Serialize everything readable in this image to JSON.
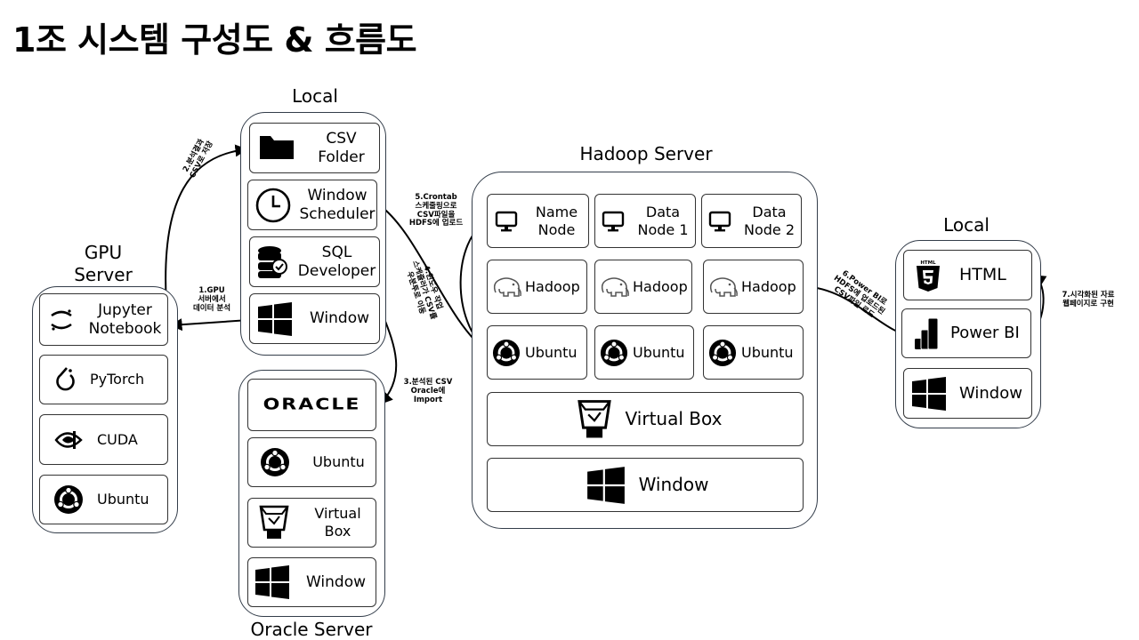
{
  "title": "1조 시스템 구성도 & 흐름도",
  "groups": {
    "gpu": {
      "title": "GPU\nServer",
      "items": [
        "Jupyter\nNotebook",
        "PyTorch",
        "CUDA",
        "Ubuntu"
      ]
    },
    "local_top": {
      "title": "Local",
      "items": [
        "CSV\nFolder",
        "Window\nScheduler",
        "SQL\nDeveloper",
        "Window"
      ]
    },
    "oracle": {
      "title": "Oracle Server",
      "logo": "ORACLE",
      "items": [
        "Ubuntu",
        "Virtual\nBox",
        "Window"
      ]
    },
    "hadoop": {
      "title": "Hadoop Server",
      "nodes": [
        "Name\nNode",
        "Data\nNode 1",
        "Data\nNode 2"
      ],
      "hadoop_label": "Hadoop",
      "ubuntu_label": "Ubuntu",
      "virtualbox": "Virtual Box",
      "window": "Window"
    },
    "local_right": {
      "title": "Local",
      "items": [
        "HTML",
        "Power BI",
        "Window"
      ]
    }
  },
  "annotations": {
    "a1": "1.GPU\n서버에서\n데이터 분석",
    "a2": "2.분석결과\nCSV로 저장",
    "a3": "3.분석된 CSV\nOracle에\nImport",
    "a4": "4.윈도우 작업\n스케쥴러가 CSV를\n우분투로 이동",
    "a5": "5.Crontab\n스케줄링으로\nCSV파일을\nHDFS에 업로드",
    "a6": "6.Power BI로\nHDFS에 업로드된\nCSV파일 로드",
    "a7": "7.시각화된 자료\n웹페이지로 구현"
  },
  "icons": [
    "folder-icon",
    "clock-icon",
    "database-icon",
    "windows-icon",
    "jupyter-icon",
    "pytorch-icon",
    "nvidia-icon",
    "ubuntu-icon",
    "oracle-logo",
    "virtualbox-icon",
    "monitor-icon",
    "hadoop-elephant-icon",
    "html5-icon",
    "powerbi-icon"
  ],
  "colors": {
    "line": "#000000",
    "group_border": "#333d4a"
  }
}
